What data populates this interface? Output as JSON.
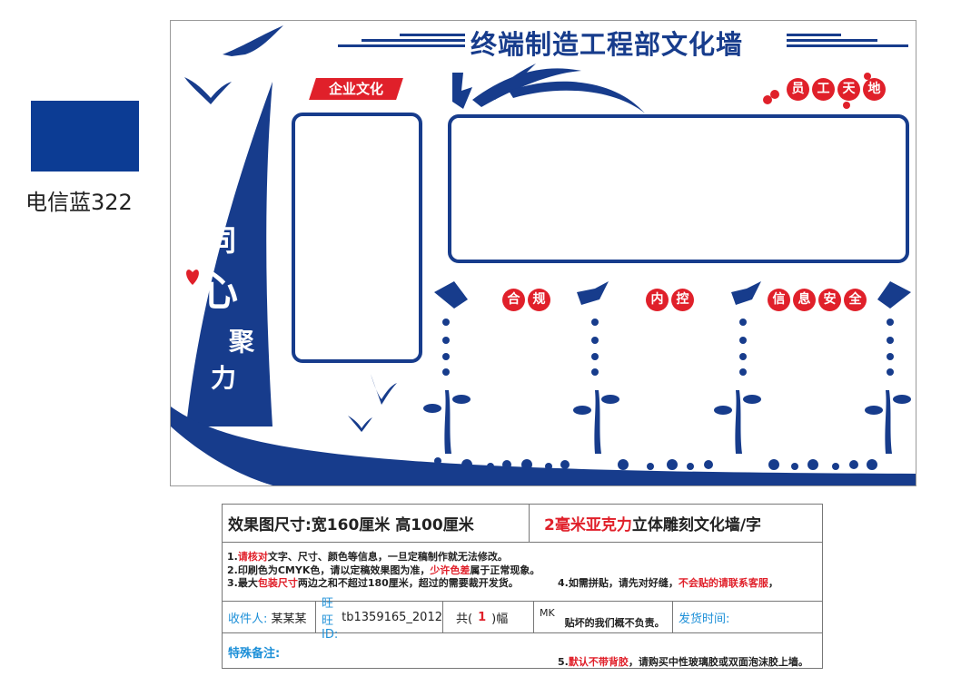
{
  "swatch": {
    "label": "电信蓝322",
    "color": "#0c3c94"
  },
  "wall": {
    "title": "终端制造工程部文化墙",
    "corporate_culture": "企业文化",
    "staff_corner": [
      "员",
      "工",
      "天",
      "地"
    ],
    "slogan": [
      "同",
      "心",
      "聚",
      "力"
    ],
    "sections": [
      [
        "合",
        "规"
      ],
      [
        "内",
        "控"
      ],
      [
        "信",
        "息",
        "安",
        "全"
      ]
    ],
    "colors": {
      "blue": "#173c8c",
      "red": "#e0202a"
    }
  },
  "info": {
    "size_label": "效果图尺寸:宽160厘米  高100厘米",
    "material_red": "2毫米亚克力",
    "material_rest": "立体雕刻文化墙/字",
    "notes_left": [
      [
        "1.",
        "请核对",
        "文字、尺寸、颜色等信息，一旦定稿制作就无法修改。"
      ],
      [
        "2.印刷色为CMYK色，请以定稿效果图为准，",
        "少许色差",
        "属于正常现象。"
      ],
      [
        "3.最大",
        "包装尺寸",
        "两边之和不超过180厘米，超过的需要裁开发货。"
      ]
    ],
    "notes_right": [
      [
        "4.如需拼贴，请先对好缝，",
        "不会贴的请联系客服",
        "，"
      ],
      [
        "  贴坏的我们概不负责。",
        "",
        ""
      ],
      [
        "5.",
        "默认不带背胶",
        "，请购买中性玻璃胶或双面泡沫胶上墙。"
      ]
    ],
    "recipient_label": "收件人:",
    "recipient": "某某某",
    "wangwang_label": "旺旺ID:",
    "wangwang": "tb1359165_2012",
    "count_pre": "共(",
    "count": "1",
    "count_post": ")幅",
    "mk": "MK",
    "ship_time_label": "发货时间:",
    "special_label": "特殊备注:"
  }
}
